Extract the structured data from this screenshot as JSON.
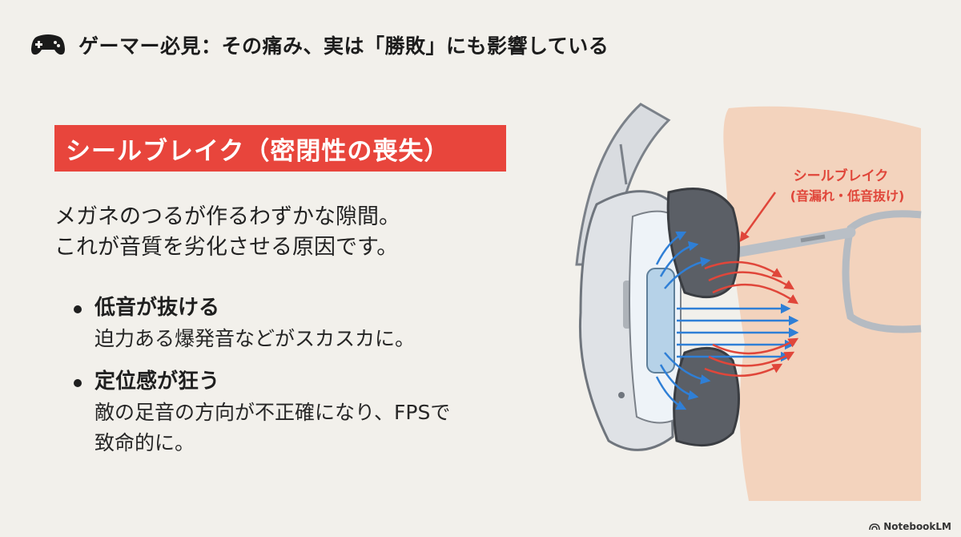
{
  "header": {
    "icon": "gamepad-icon",
    "title": "ゲーマー必見：その痛み、実は「勝敗」にも影響している"
  },
  "banner": {
    "text": "シールブレイク（密閉性の喪失）",
    "color": "#e8453c"
  },
  "intro": {
    "line1": "メガネのつるが作るわずかな隙間。",
    "line2": "これが音質を劣化させる原因です。"
  },
  "bullets": [
    {
      "title": "低音が抜ける",
      "desc": [
        "迫力ある爆発音などがスカスカに。"
      ]
    },
    {
      "title": "定位感が狂う",
      "desc": [
        "敵の足音の方向が不正確になり、FPSで",
        "致命的に。"
      ]
    }
  ],
  "illustration": {
    "label_line1": "シールブレイク",
    "label_line2": "(音漏れ・低音抜け)",
    "label_color": "#e0463a",
    "inside_arrow_color": "#2f7fd6",
    "leak_arrow_color": "#e0463a"
  },
  "brand": {
    "icon": "notebooklm-icon",
    "text": "NotebookLM"
  }
}
